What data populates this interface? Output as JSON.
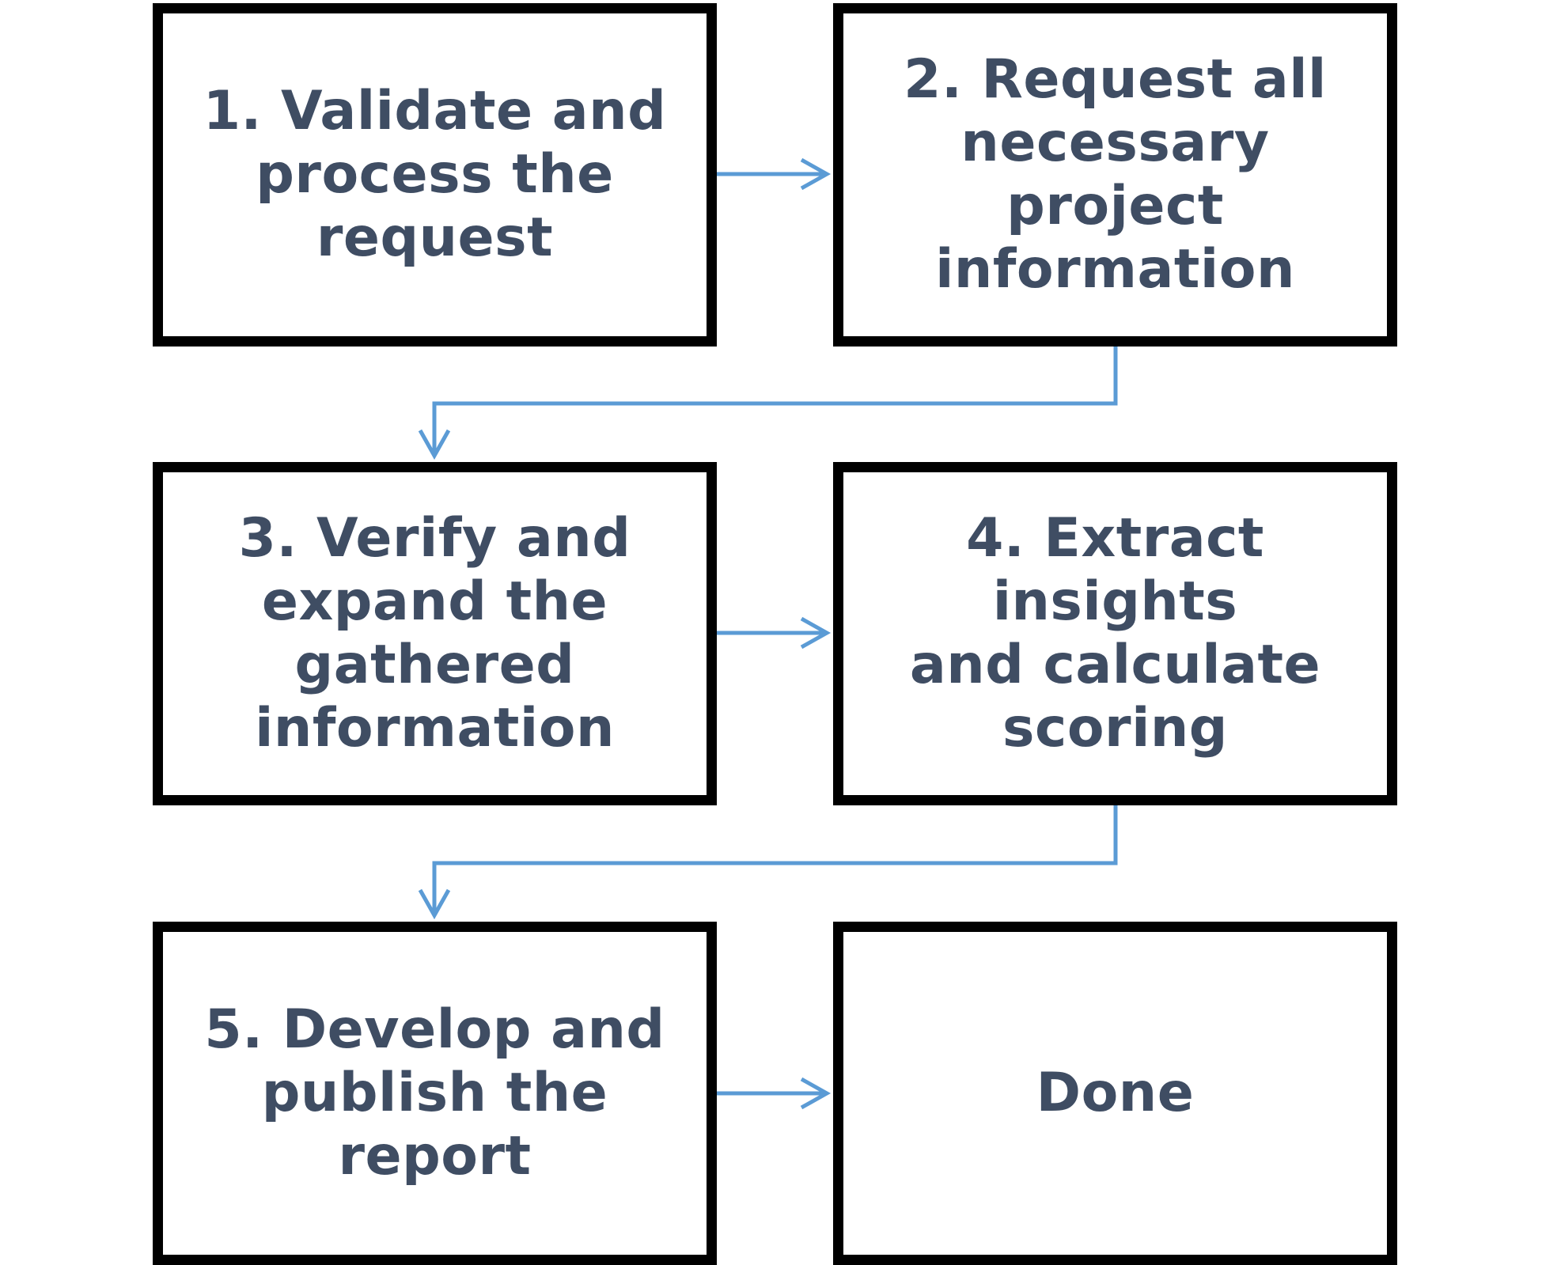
{
  "steps": [
    {
      "label": "1. Validate and\nprocess the\nrequest"
    },
    {
      "label": "2. Request all\nnecessary project\ninformation"
    },
    {
      "label": "3. Verify and\nexpand the\ngathered\ninformation"
    },
    {
      "label": "4. Extract insights\nand calculate\nscoring"
    },
    {
      "label": "5. Develop and\npublish the report"
    },
    {
      "label": "Done"
    }
  ],
  "colors": {
    "box_border": "#000000",
    "text": "#3f4d63",
    "arrow": "#5b9bd5"
  }
}
